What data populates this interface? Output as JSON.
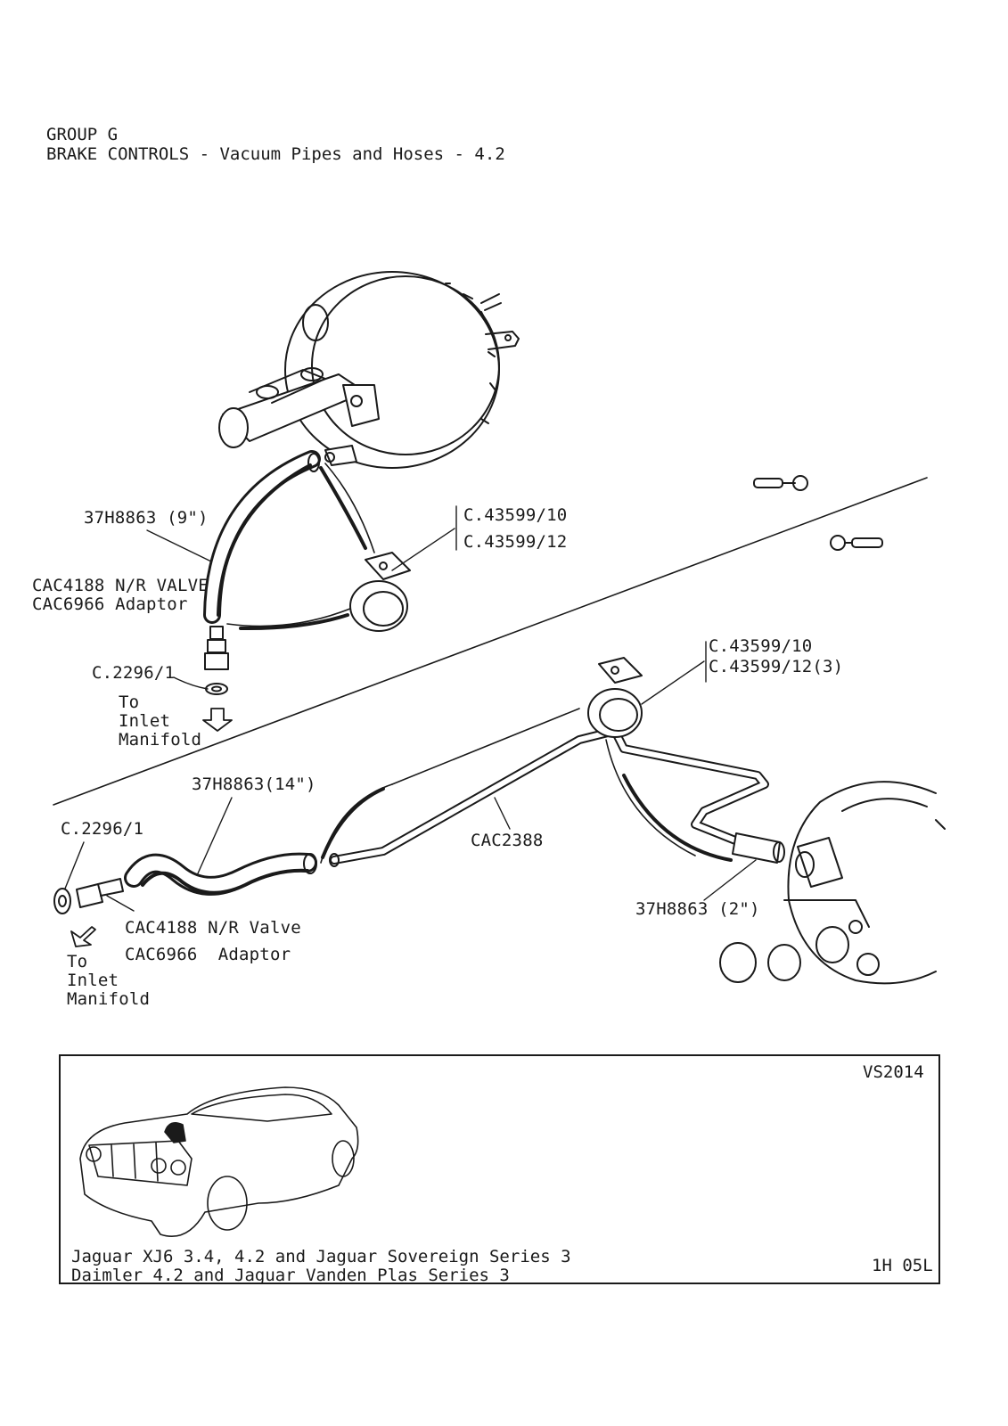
{
  "header": {
    "group": "GROUP G",
    "title": "BRAKE CONTROLS - Vacuum Pipes and Hoses - 4.2"
  },
  "upper_assembly": {
    "hose_label": "37H8863 (9\")",
    "clip_label_1": "C.43599/10",
    "clip_label_2": "C.43599/12",
    "valve_label": "CAC4188 N/R VALVE",
    "adaptor_label": "CAC6966 Adaptor",
    "washer_label": "C.2296/1",
    "to_line_1": "To",
    "to_line_2": "Inlet",
    "to_line_3": "Manifold"
  },
  "lower_assembly": {
    "hose_14_label": "37H8863(14\")",
    "washer_label": "C.2296/1",
    "pipe_label": "CAC2388",
    "clip_label_1": "C.43599/10",
    "clip_label_2": "C.43599/12(3)",
    "hose_2_label": "37H8863 (2\")",
    "valve_label": "CAC4188 N/R Valve",
    "adaptor_label": "CAC6966  Adaptor",
    "to_line_1": "To",
    "to_line_2": "Inlet",
    "to_line_3": "Manifold"
  },
  "legend": {
    "ref": "VS2014",
    "line_1": "Jaguar XJ6 3.4, 4.2 and Jaguar Sovereign Series 3",
    "line_2": "Daimler 4.2 and Jaguar Vanden Plas Series 3",
    "code": "1H 05L"
  }
}
